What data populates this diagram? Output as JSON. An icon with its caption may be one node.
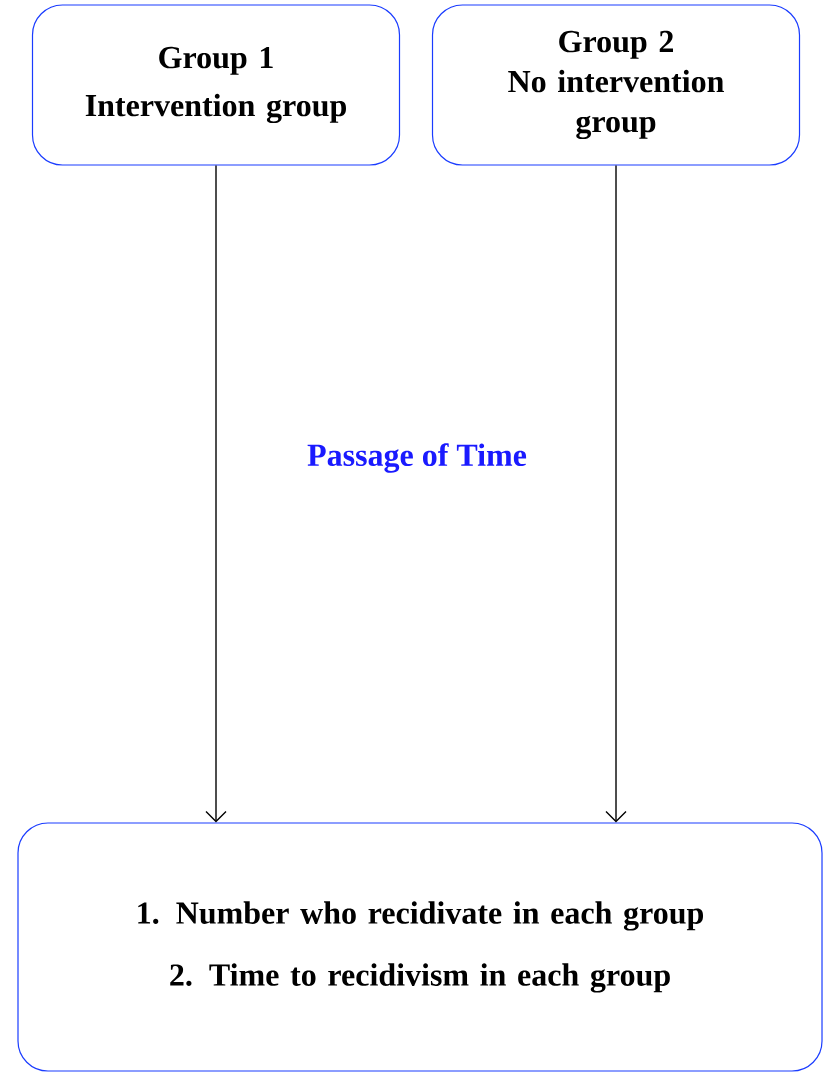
{
  "diagram": {
    "nodes": [
      {
        "text": [
          "Group 1",
          "Intervention group"
        ]
      },
      {
        "text": [
          "Group 2",
          "No intervention group"
        ]
      },
      {
        "text": [
          "1. Number who recidivate in each group",
          "2. Time to recidivism in each group"
        ]
      }
    ],
    "edges": [
      {
        "from": 0,
        "to": 2,
        "arrow": "to"
      },
      {
        "from": 1,
        "to": 2,
        "arrow": "to"
      }
    ],
    "labels": [
      "Passage of Time"
    ]
  }
}
